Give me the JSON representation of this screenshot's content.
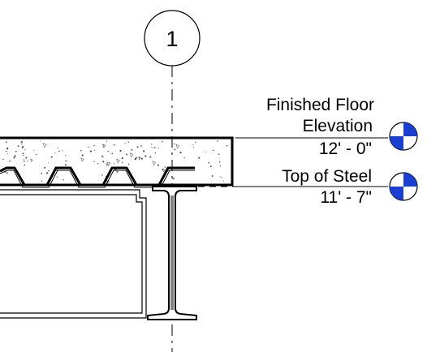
{
  "grid": {
    "label": "1"
  },
  "levels": [
    {
      "name_line1": "Finished Floor",
      "name_line2": "Elevation",
      "elevation": "12' - 0\""
    },
    {
      "name_line1": "Top of Steel",
      "elevation": "11' - 7\""
    }
  ],
  "colors": {
    "line": "#000000",
    "level_marker_fill": "#1a3fd1",
    "background": "#ffffff"
  }
}
